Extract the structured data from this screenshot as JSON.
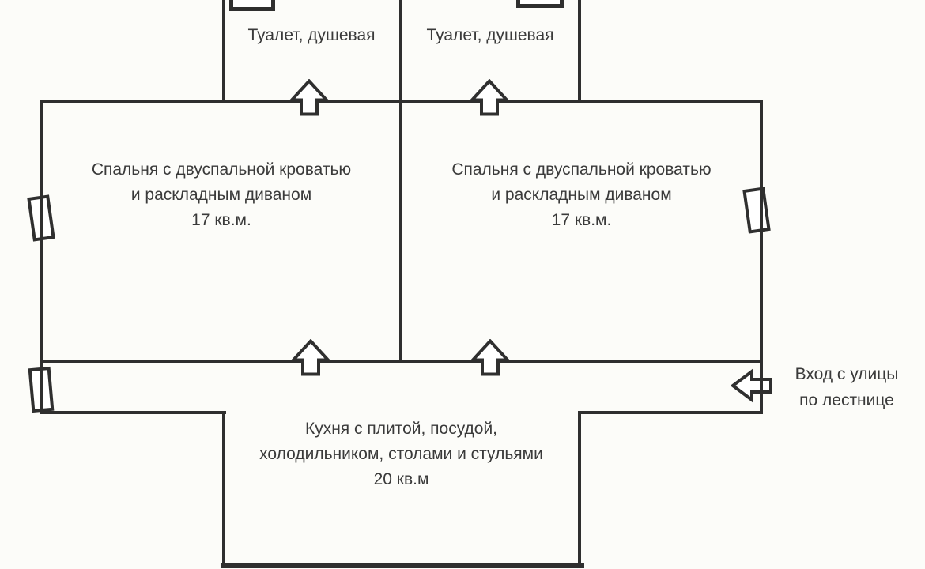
{
  "palette": {
    "wall": "#2f2f2f",
    "background": "#fcfcf9",
    "text": "#3a3a3a"
  },
  "labels": {
    "bathroom_left": "Туалет, душевая",
    "bathroom_right": "Туалет, душевая",
    "bedroom_left": {
      "line1": "Спальня с двуспальной кроватью",
      "line2": "и раскладным диваном",
      "area": "17 кв.м."
    },
    "bedroom_right": {
      "line1": "Спальня с двуспальной кроватью",
      "line2": "и раскладным диваном",
      "area": "17 кв.м."
    },
    "kitchen": {
      "line1": "Кухня с плитой, посудой,",
      "line2": "холодильником, столами и стульями",
      "area": "20 кв.м"
    },
    "entrance": {
      "line1": "Вход с улицы",
      "line2": "по лестнице"
    }
  }
}
